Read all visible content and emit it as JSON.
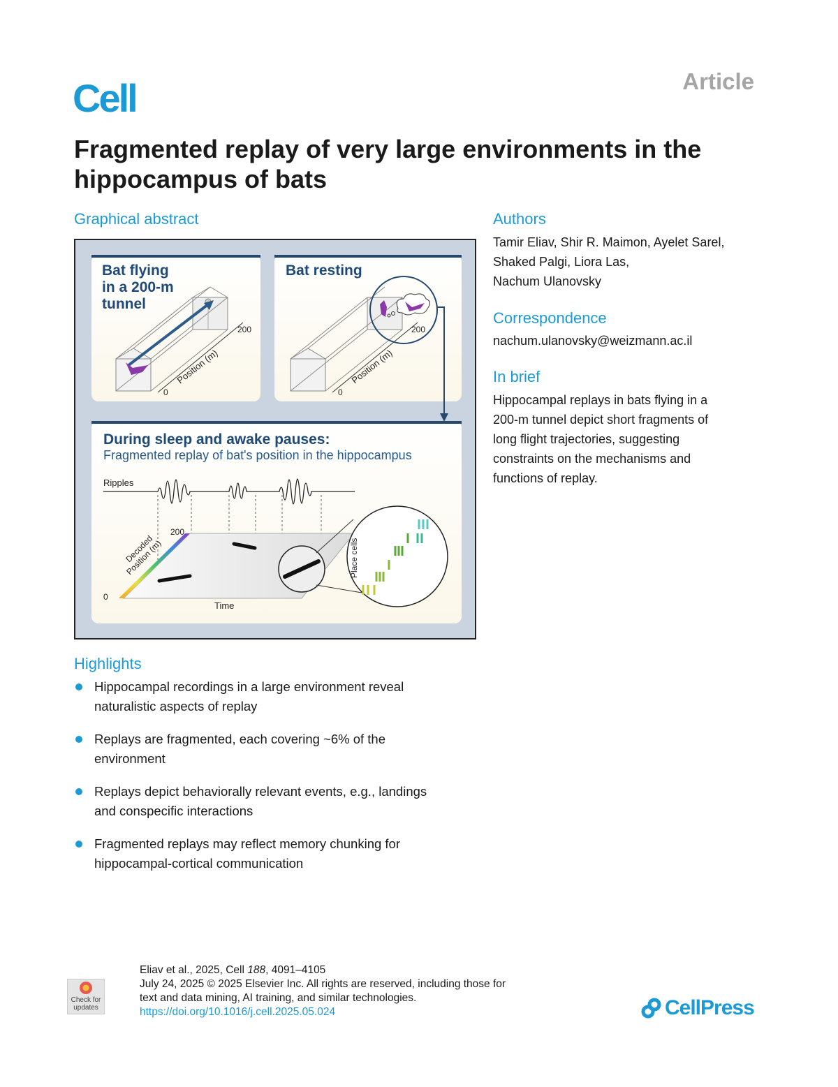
{
  "header": {
    "journal_logo": "Cell",
    "article_type": "Article"
  },
  "title": "Fragmented replay of very large environments in the hippocampus of bats",
  "graphical_abstract": {
    "heading": "Graphical abstract",
    "panel1": {
      "title_lines": [
        "Bat flying",
        "in a 200-m",
        "tunnel"
      ],
      "axis_label": "Position (m)",
      "tick_start": "0",
      "tick_end": "200"
    },
    "panel2": {
      "title": "Bat resting",
      "axis_label": "Position (m)",
      "tick_start": "0",
      "tick_end": "200"
    },
    "panel3": {
      "title": "During sleep and awake pauses:",
      "subtitle": "Fragmented replay of bat's position in the hippocampus",
      "ripples_label": "Ripples",
      "y_label_1": "Decoded",
      "y_label_2": "Position (m)",
      "y_tick_top": "200",
      "y_tick_bottom": "0",
      "x_label": "Time",
      "zoom_label": "Place cells"
    }
  },
  "authors": {
    "heading": "Authors",
    "lines": [
      "Tamir Eliav, Shir R. Maimon, Ayelet Sarel,",
      "Shaked Palgi, Liora Las,",
      "Nachum Ulanovsky"
    ]
  },
  "correspondence": {
    "heading": "Correspondence",
    "email": "nachum.ulanovsky@weizmann.ac.il"
  },
  "in_brief": {
    "heading": "In brief",
    "lines": [
      "Hippocampal replays in bats flying in a",
      "200-m tunnel depict short fragments of",
      "long flight trajectories, suggesting",
      "constraints on the mechanisms and",
      "functions of replay."
    ]
  },
  "highlights": {
    "heading": "Highlights",
    "items": [
      [
        "Hippocampal recordings in a large environment reveal",
        "naturalistic aspects of replay"
      ],
      [
        "Replays are fragmented, each covering ~6% of the",
        "environment"
      ],
      [
        "Replays depict behaviorally relevant events, e.g., landings",
        "and conspecific interactions"
      ],
      [
        "Fragmented replays may reflect memory chunking for",
        "hippocampal-cortical communication"
      ]
    ]
  },
  "footer": {
    "citation_pre": "Eliav et al., 2025, Cell ",
    "volume": "188",
    "pages": ", 4091–4105",
    "copyright_line1": "July 24, 2025 © 2025 Elsevier Inc. All rights are reserved, including those for",
    "copyright_line2": "text and data mining, AI training, and similar technologies.",
    "doi": "https://doi.org/10.1016/j.cell.2025.05.024",
    "crossmark": "Check for updates",
    "publisher": "CellPress"
  },
  "colors": {
    "accent": "#1b9ad6",
    "panel_title": "#1f4a78",
    "abstract_bg": "#c9d4e0"
  }
}
